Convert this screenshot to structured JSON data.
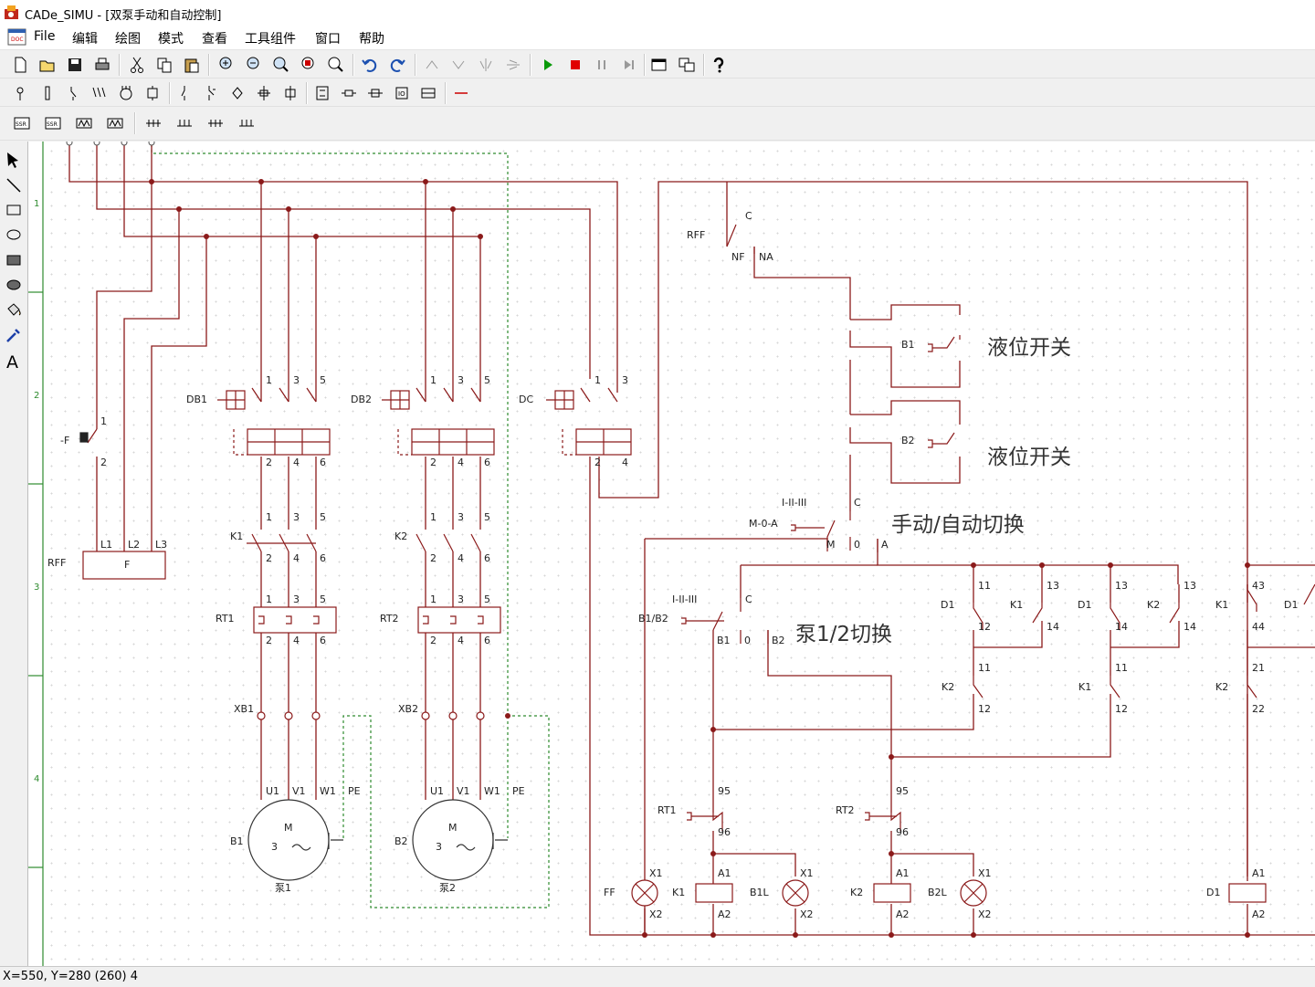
{
  "window": {
    "title": "CADe_SIMU - [双泵手动和自动控制]"
  },
  "menu": [
    "File",
    "编辑",
    "绘图",
    "模式",
    "查看",
    "工具组件",
    "窗口",
    "帮助"
  ],
  "status": {
    "coords": "X=550, Y=280 (260) 4"
  },
  "ruler": [
    "1",
    "2",
    "3",
    "4"
  ],
  "colors": {
    "wire": "#8b1a1a",
    "component": "#8b1a1a",
    "protective": "#2e8b2e",
    "play": "#0a9a0a",
    "stop": "#e00000"
  },
  "toolbar1_icons": [
    "new-icon",
    "open-icon",
    "save-icon",
    "print-icon",
    "cut-icon",
    "copy-icon",
    "paste-icon",
    "zoom-in-icon",
    "zoom-out-icon",
    "zoom-window-icon",
    "zoom-fit-icon",
    "zoom-prev-icon",
    "undo-icon",
    "redo-icon",
    "rotate-left-icon",
    "rotate-right-icon",
    "mirror-icon",
    "flip-icon",
    "simulate-start-icon",
    "simulate-stop-icon",
    "pause-icon",
    "step-icon",
    "window-icon",
    "window-tile-icon",
    "help-icon"
  ],
  "toolbar2_icons": [
    "power-source-icon",
    "fuse-icon",
    "switch-icon",
    "three-pole-switch-icon",
    "motor-icon",
    "contactor-icon",
    "no-contact-icon",
    "nc-contact-icon",
    "junction-icon",
    "terminal-icon",
    "terminal-double-icon",
    "coil-icon",
    "resistor-icon",
    "lamp-icon",
    "sensor-icon",
    "relay-icon",
    "wire-icon"
  ],
  "toolbar3_icons": [
    "ssr-icon",
    "ssr-three-icon",
    "heater-icon",
    "heater-three-icon",
    "plc-input-icon",
    "plc-output-icon",
    "plc-relay-icon",
    "plc-block-icon"
  ],
  "left_tools": [
    "select-arrow-icon",
    "line-tool-icon",
    "rectangle-tool-icon",
    "ellipse-tool-icon",
    "filled-rectangle-tool-icon",
    "filled-ellipse-tool-icon",
    "fill-bucket-icon",
    "color-picker-icon",
    "text-tool-icon"
  ],
  "schematic": {
    "labels": {
      "rff": "RFF",
      "f": "F",
      "fuse": "-F",
      "l1": "L1",
      "l2": "L2",
      "l3": "L3",
      "db1": "DB1",
      "db2": "DB2",
      "dc": "DC",
      "k1": "K1",
      "k2": "K2",
      "rt1": "RT1",
      "rt2": "RT2",
      "xb1": "XB1",
      "xb2": "XB2",
      "u1": "U1",
      "v1": "V1",
      "w1": "W1",
      "pe": "PE",
      "b1": "B1",
      "b2": "B2",
      "m": "M",
      "three": "3",
      "pump1": "泵1",
      "pump2": "泵2",
      "level_switch_1": "液位开关",
      "level_switch_2": "液位开关",
      "manual_auto": "手动/自动切换",
      "pump_select": "泵1/2切换",
      "mode_positions": "I-II-III",
      "m0a": "M-0-A",
      "b1b2": "B1/B2",
      "ff": "FF",
      "b1l": "B1L",
      "b2l": "B2L",
      "d1": "D1",
      "c": "C",
      "nf": "NF",
      "na": "NA",
      "m_pos": "M",
      "zero": "0",
      "a_pos": "A",
      "x1": "X1",
      "x2": "X2",
      "a1": "A1",
      "a2": "A2",
      "t1": "1",
      "t2": "2",
      "t3": "3",
      "t4": "4",
      "t5": "5",
      "t6": "6",
      "t11": "11",
      "t12": "12",
      "t13": "13",
      "t14": "14",
      "t21": "21",
      "t22": "22",
      "t43": "43",
      "t44": "44",
      "t95": "95",
      "t96": "96"
    }
  }
}
